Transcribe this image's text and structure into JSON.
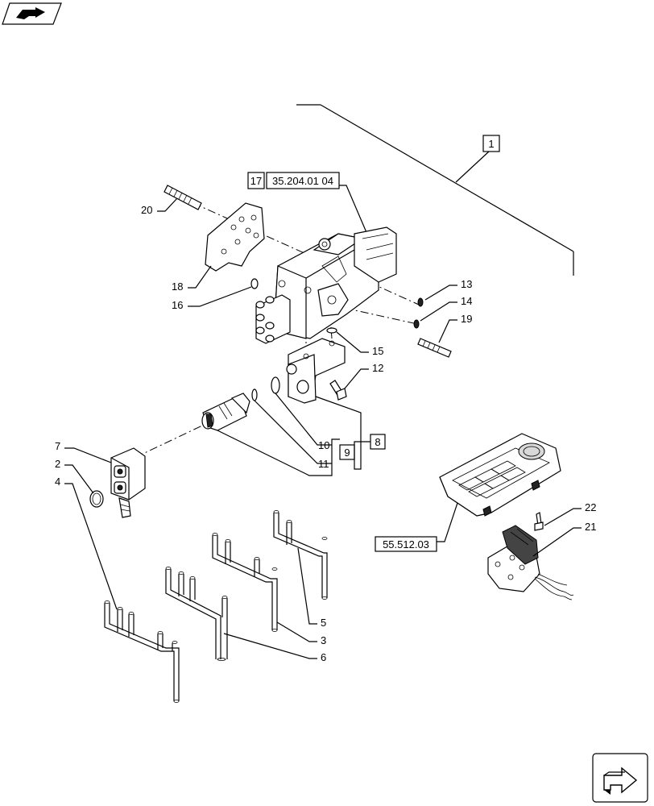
{
  "nav": {
    "top_left_icon": "book-arrow-icon",
    "bottom_right_icon": "next-page-arrow-icon"
  },
  "refs": {
    "ref_17": "17",
    "ref_17_code": "35.204.01 04",
    "ref_1": "1",
    "ref_8": "8",
    "ref_9": "9",
    "ref_55512": "55.512.03"
  },
  "labels": {
    "l20": "20",
    "l18": "18",
    "l16": "16",
    "l13": "13",
    "l14": "14",
    "l19": "19",
    "l15": "15",
    "l12": "12",
    "l10": "10",
    "l11": "11",
    "l7": "7",
    "l2": "2",
    "l4": "4",
    "l22": "22",
    "l21": "21",
    "l5": "5",
    "l3": "3",
    "l6": "6"
  }
}
